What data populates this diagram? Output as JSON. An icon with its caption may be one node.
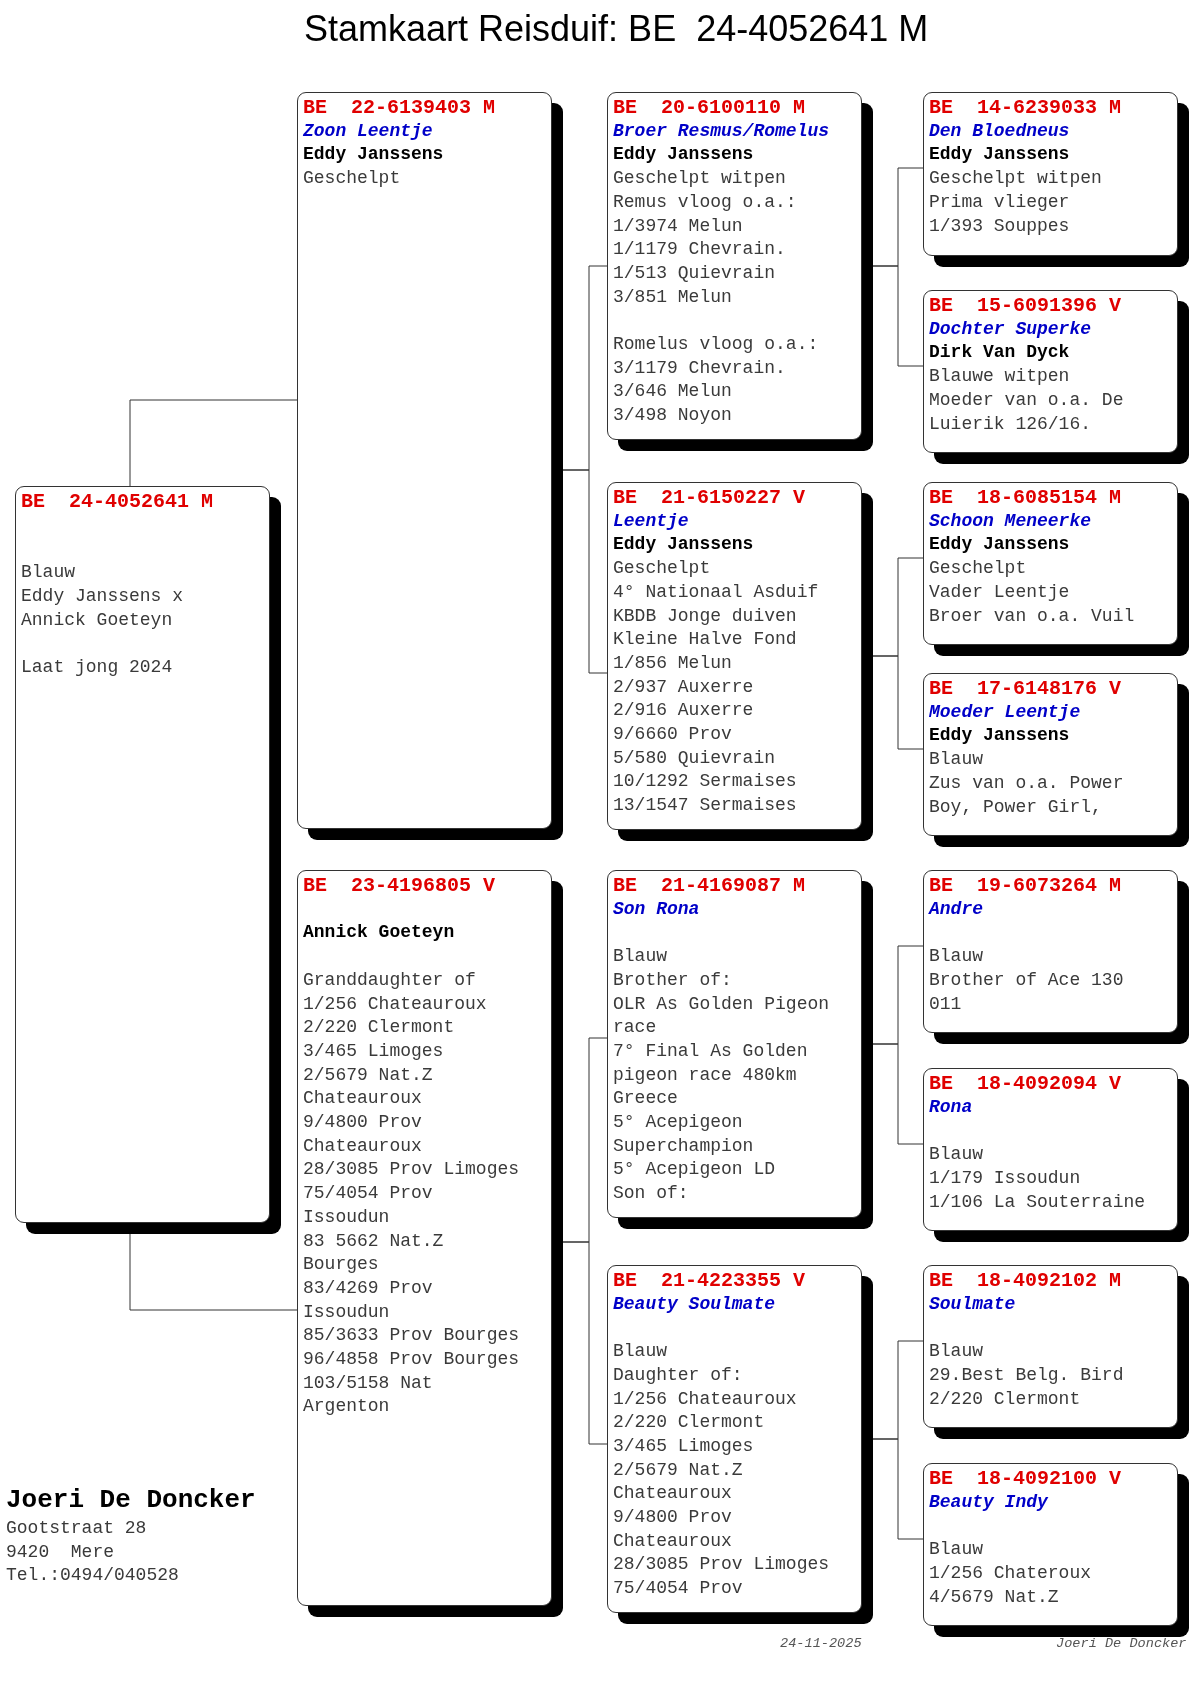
{
  "diagram": {
    "title": "Stamkaart Reisduif: BE  24-4052641 M",
    "nodes": [
      {
        "text": [
          "BE  24-4052641 M",
          "Blauw",
          "Eddy Janssens x",
          "Annick Goeteyn",
          "Laat jong 2024"
        ]
      },
      {
        "text": [
          "BE  22-6139403 M",
          "Zoon Leentje",
          "Eddy Janssens",
          "Geschelpt"
        ]
      },
      {
        "text": [
          "BE  20-6100110 M",
          "Broer Resmus/Romelus",
          "Eddy Janssens",
          "Geschelpt witpen",
          "Remus vloog o.a.:",
          "1/3974 Melun",
          "1/1179 Chevrain.",
          "1/513 Quievrain",
          "3/851 Melun",
          "Romelus vloog o.a.:",
          "3/1179 Chevrain.",
          "3/646 Melun",
          "3/498 Noyon"
        ]
      },
      {
        "text": [
          "BE  14-6239033 M",
          "Den Bloedneus",
          "Eddy Janssens",
          "Geschelpt witpen",
          "Prima vlieger",
          "1/393 Souppes"
        ]
      },
      {
        "text": [
          "BE  15-6091396 V",
          "Dochter Superke",
          "Dirk Van Dyck",
          "Blauwe witpen",
          "Moeder van o.a. De Luierik 126/16."
        ]
      },
      {
        "text": [
          "BE  21-6150227 V",
          "Leentje",
          "Eddy Janssens",
          "Geschelpt",
          "4° Nationaal Asduif KBDB Jonge duiven Kleine Halve Fond",
          "1/856 Melun",
          "2/937 Auxerre",
          "2/916 Auxerre",
          "9/6660 Prov",
          "5/580 Quievrain",
          "10/1292 Sermaises",
          "13/1547 Sermaises"
        ]
      },
      {
        "text": [
          "BE  18-6085154 M",
          "Schoon Meneerke",
          "Eddy Janssens",
          "Geschelpt",
          "Vader Leentje",
          "Broer van o.a. Vuil"
        ]
      },
      {
        "text": [
          "BE  17-6148176 V",
          "Moeder Leentje",
          "Eddy Janssens",
          "Blauw",
          "Zus van o.a. Power Boy, Power Girl,"
        ]
      },
      {
        "text": [
          "BE  23-4196805 V",
          "Annick Goeteyn",
          "Granddaughter of",
          "1/256 Chateauroux",
          "2/220 Clermont",
          "3/465 Limoges",
          "2/5679 Nat.Z Chateauroux",
          "9/4800 Prov Chateauroux",
          "28/3085 Prov Limoges",
          "75/4054 Prov Issoudun",
          "83 5662 Nat.Z Bourges",
          "83/4269 Prov Issoudun",
          "85/3633 Prov Bourges",
          "96/4858 Prov Bourges",
          "103/5158 Nat Argenton"
        ]
      },
      {
        "text": [
          "BE  21-4169087 M",
          "Son Rona",
          "Blauw",
          "Brother of:",
          "OLR As Golden Pigeon race",
          "7° Final As Golden pigeon race 480km Greece",
          "5° Acepigeon Superchampion",
          "5° Acepigeon LD",
          "Son of:"
        ]
      },
      {
        "text": [
          "BE  19-6073264 M",
          "Andre",
          "Blauw",
          "Brother of Ace 130 011"
        ]
      },
      {
        "text": [
          "BE  18-4092094 V",
          "Rona",
          "Blauw",
          "1/179 Issoudun",
          "1/106 La Souterraine"
        ]
      },
      {
        "text": [
          "BE  21-4223355 V",
          "Beauty Soulmate",
          "Blauw",
          "Daughter of:",
          "1/256 Chateauroux",
          "2/220 Clermont",
          "3/465 Limoges",
          "2/5679 Nat.Z Chateauroux",
          "9/4800 Prov Chateauroux",
          "28/3085 Prov Limoges",
          "75/4054 Prov"
        ]
      },
      {
        "text": [
          "BE  18-4092102 M",
          "Soulmate",
          "Blauw",
          "29.Best Belg. Bird",
          "2/220 Clermont"
        ]
      },
      {
        "text": [
          "BE  18-4092100 V",
          "Beauty Indy",
          "Blauw",
          "1/256 Chateroux",
          "4/5679 Nat.Z"
        ]
      }
    ],
    "edges": [
      {
        "from": 0,
        "to": 1,
        "arrow": "none"
      },
      {
        "from": 0,
        "to": 8,
        "arrow": "none"
      },
      {
        "from": 1,
        "to": 2,
        "arrow": "none"
      },
      {
        "from": 1,
        "to": 5,
        "arrow": "none"
      },
      {
        "from": 2,
        "to": 3,
        "arrow": "none"
      },
      {
        "from": 2,
        "to": 4,
        "arrow": "none"
      },
      {
        "from": 5,
        "to": 6,
        "arrow": "none"
      },
      {
        "from": 5,
        "to": 7,
        "arrow": "none"
      },
      {
        "from": 8,
        "to": 9,
        "arrow": "none"
      },
      {
        "from": 8,
        "to": 12,
        "arrow": "none"
      },
      {
        "from": 9,
        "to": 10,
        "arrow": "none"
      },
      {
        "from": 9,
        "to": 11,
        "arrow": "none"
      },
      {
        "from": 12,
        "to": 13,
        "arrow": "none"
      },
      {
        "from": 12,
        "to": 14,
        "arrow": "none"
      }
    ],
    "labels": [
      "Joeri De Doncker",
      "Gootstraat 28",
      "9420  Mere",
      "Tel.:0494/040528",
      "24-11-2025",
      "Joeri De Doncker"
    ]
  }
}
